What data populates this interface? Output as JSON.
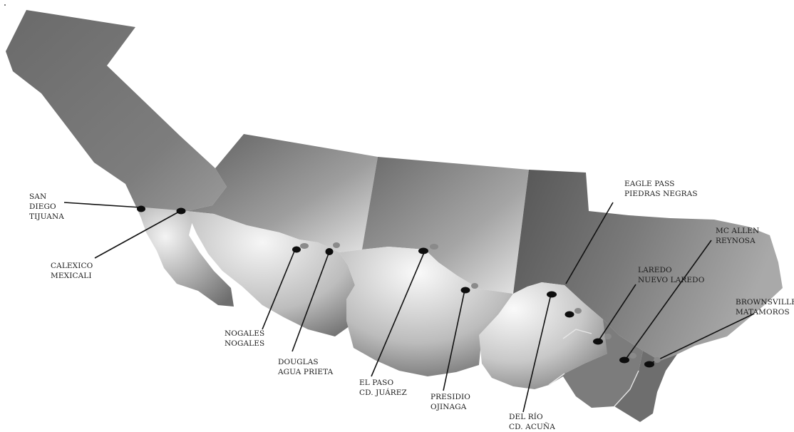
{
  "map": {
    "crossings": [
      {
        "id": "san-diego-tijuana",
        "us": "SAN",
        "us2": "DIEGO",
        "mx": "TIJUANA"
      },
      {
        "id": "calexico-mexicali",
        "us": "CALEXICO",
        "mx": "MEXICALI"
      },
      {
        "id": "nogales-nogales",
        "us": "NOGALES",
        "mx": "NOGALES"
      },
      {
        "id": "douglas-agua-prieta",
        "us": "DOUGLAS",
        "mx": "AGUA PRIETA"
      },
      {
        "id": "el-paso-cd-juarez",
        "us": "EL PASO",
        "mx": "CD. JUÁREZ"
      },
      {
        "id": "presidio-ojinaga",
        "us": "PRESIDIO",
        "mx": "OJINAGA"
      },
      {
        "id": "del-rio-cd-acuna",
        "us": "DEL RÍO",
        "mx": "CD. ACUÑA"
      },
      {
        "id": "eagle-pass-piedras-negras",
        "us": "EAGLE PASS",
        "mx": "PIEDRAS NEGRAS"
      },
      {
        "id": "laredo-nuevo-laredo",
        "us": "LAREDO",
        "mx": "NUEVO LAREDO"
      },
      {
        "id": "mc-allen-reynosa",
        "us": "MC ALLEN",
        "mx": "REYNOSA"
      },
      {
        "id": "brownsville-matamoros",
        "us": "BROWNSVILLE",
        "mx": "MATAMOROS"
      }
    ],
    "colors": {
      "state_dark": "#5e5e5e",
      "state_mid": "#8c8c8c",
      "state_light": "#d9d9d9",
      "mexico_light": "#f2f2f2",
      "marker": "#0d0d0d",
      "leader_line": "#111111"
    }
  }
}
